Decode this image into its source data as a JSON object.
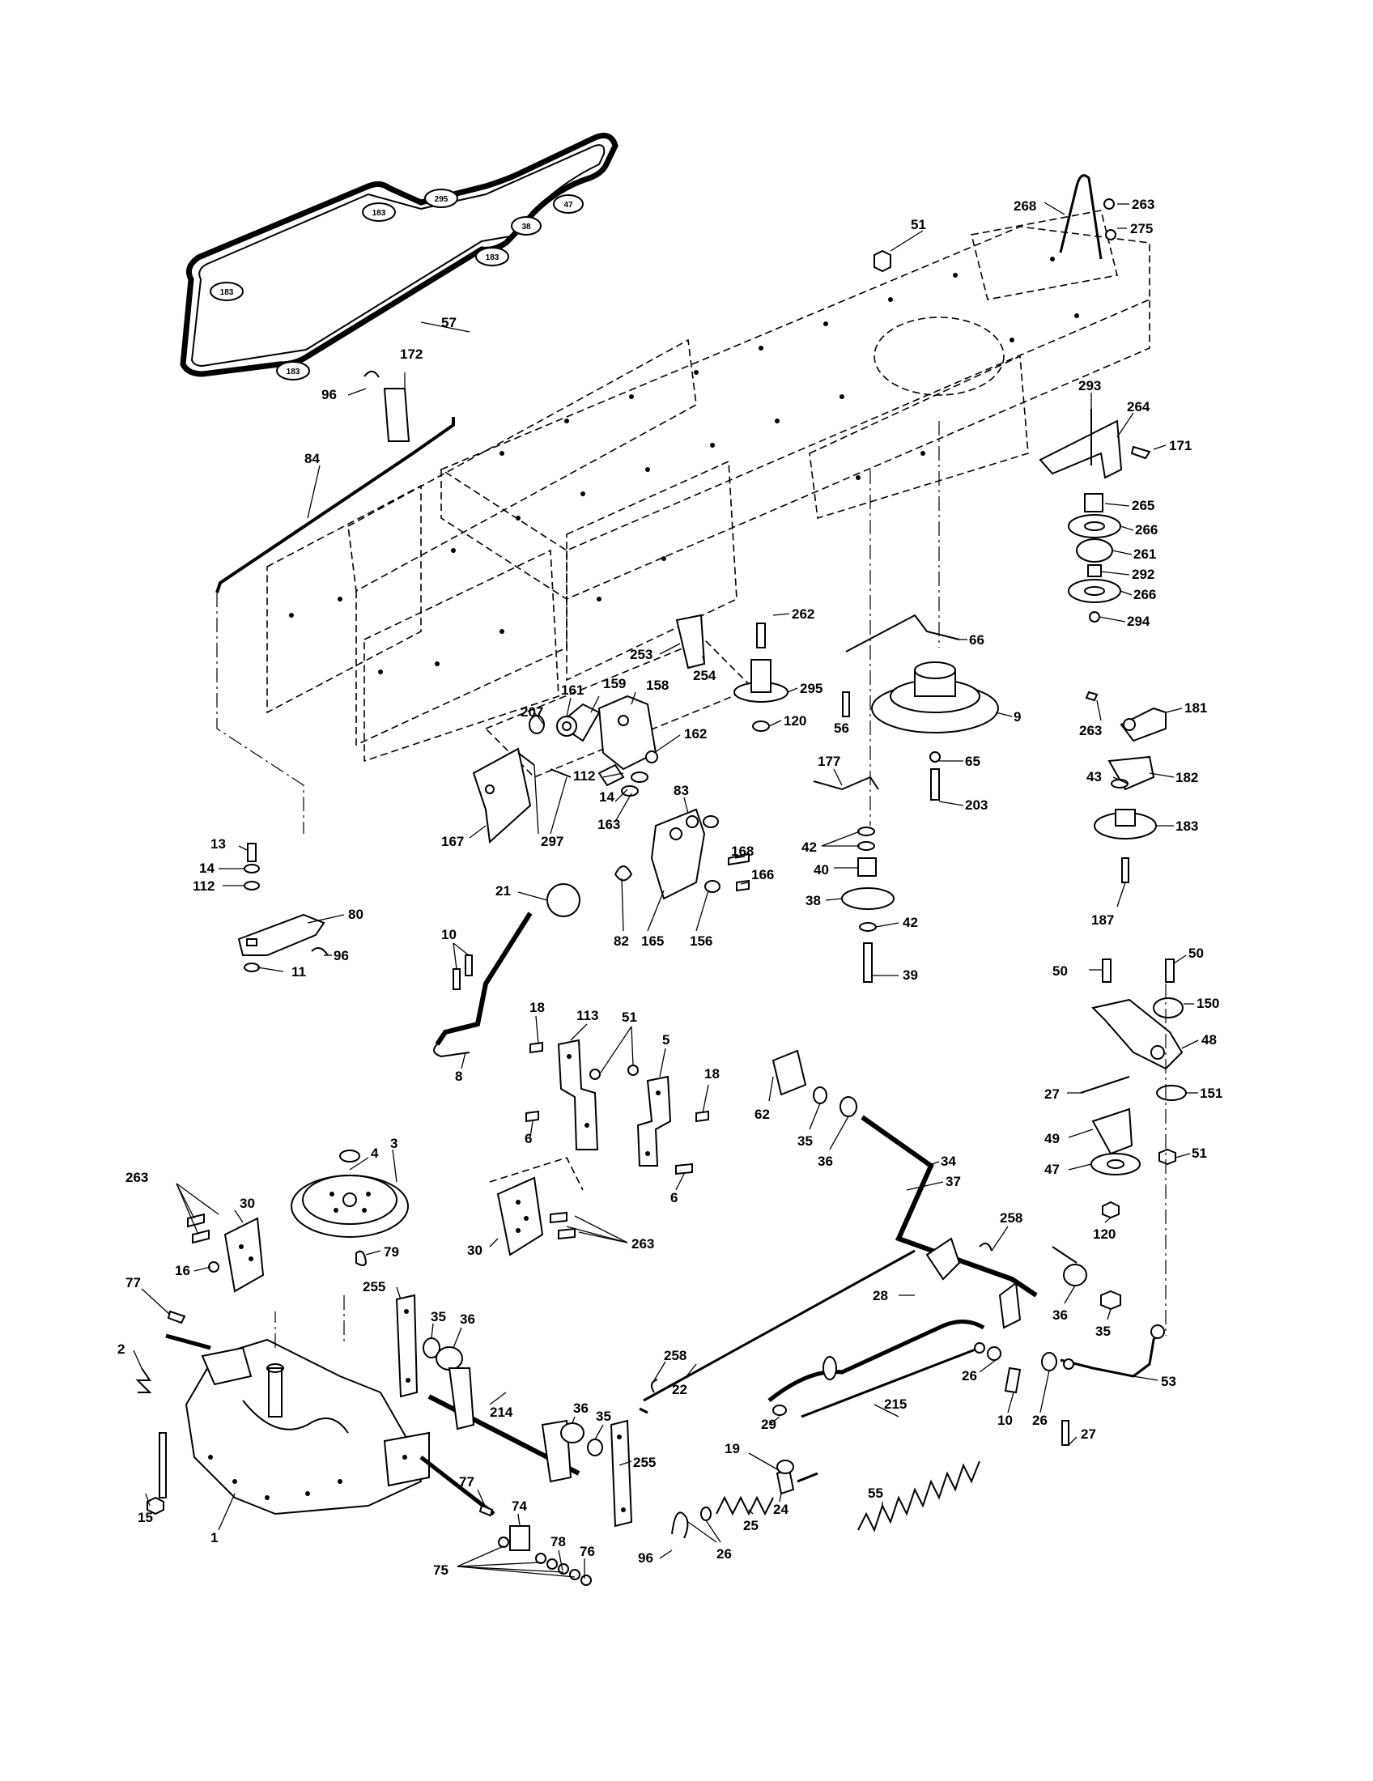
{
  "belt_labels": [
    "295",
    "183",
    "47",
    "38",
    "183",
    "183",
    "183"
  ],
  "callouts": {
    "c57": "57",
    "c172": "172",
    "c96a": "96",
    "c84": "84",
    "c268": "268",
    "c263a": "263",
    "c275": "275",
    "c51a": "51",
    "c293": "293",
    "c264": "264",
    "c171": "171",
    "c265": "265",
    "c266a": "266",
    "c261": "261",
    "c292": "292",
    "c266b": "266",
    "c294": "294",
    "c262": "262",
    "c295": "295",
    "c120a": "120",
    "c253": "253",
    "c254": "254",
    "c66": "66",
    "c56": "56",
    "c9": "9",
    "c65": "65",
    "c203": "203",
    "c263b": "263",
    "c181": "181",
    "c43": "43",
    "c182": "182",
    "c183": "183",
    "c187": "187",
    "c207": "207",
    "c161": "161",
    "c159": "159",
    "c158": "158",
    "c162": "162",
    "c112a": "112",
    "c14a": "14",
    "c163": "163",
    "c167": "167",
    "c297": "297",
    "c83": "83",
    "c168": "168",
    "c166": "166",
    "c82": "82",
    "c165": "165",
    "c156": "156",
    "c21": "21",
    "c13": "13",
    "c14b": "14",
    "c112b": "112",
    "c80": "80",
    "c96b": "96",
    "c11": "11",
    "c177": "177",
    "c42a": "42",
    "c40": "40",
    "c38": "38",
    "c42b": "42",
    "c39": "39",
    "c10a": "10",
    "c8": "8",
    "c18a": "18",
    "c113": "113",
    "c51b": "51",
    "c5": "5",
    "c18b": "18",
    "c6a": "6",
    "c6b": "6",
    "c50a": "50",
    "c50b": "50",
    "c150": "150",
    "c48": "48",
    "c27a": "27",
    "c151": "151",
    "c49": "49",
    "c51c": "51",
    "c47": "47",
    "c120b": "120",
    "c62": "62",
    "c35a": "35",
    "c36a": "36",
    "c34": "34",
    "c37": "37",
    "c258a": "258",
    "c28": "28",
    "c36b": "36",
    "c35b": "35",
    "c4": "4",
    "c3": "3",
    "c263c": "263",
    "c30a": "30",
    "c16": "16",
    "c79": "79",
    "c30b": "30",
    "c263d": "263",
    "c77a": "77",
    "c2": "2",
    "c15": "15",
    "c1": "1",
    "c255a": "255",
    "c35c": "35",
    "c36c": "36",
    "c214": "214",
    "c36d": "36",
    "c35d": "35",
    "c255b": "255",
    "c77b": "77",
    "c74": "74",
    "c78": "78",
    "c76": "76",
    "c75": "75",
    "c258b": "258",
    "c22": "22",
    "c29": "29",
    "c215": "215",
    "c26a": "26",
    "c10b": "10",
    "c26b": "26",
    "c53": "53",
    "c27b": "27",
    "c19": "19",
    "c24": "24",
    "c25": "25",
    "c96c": "96",
    "c26c": "26",
    "c55": "55"
  }
}
